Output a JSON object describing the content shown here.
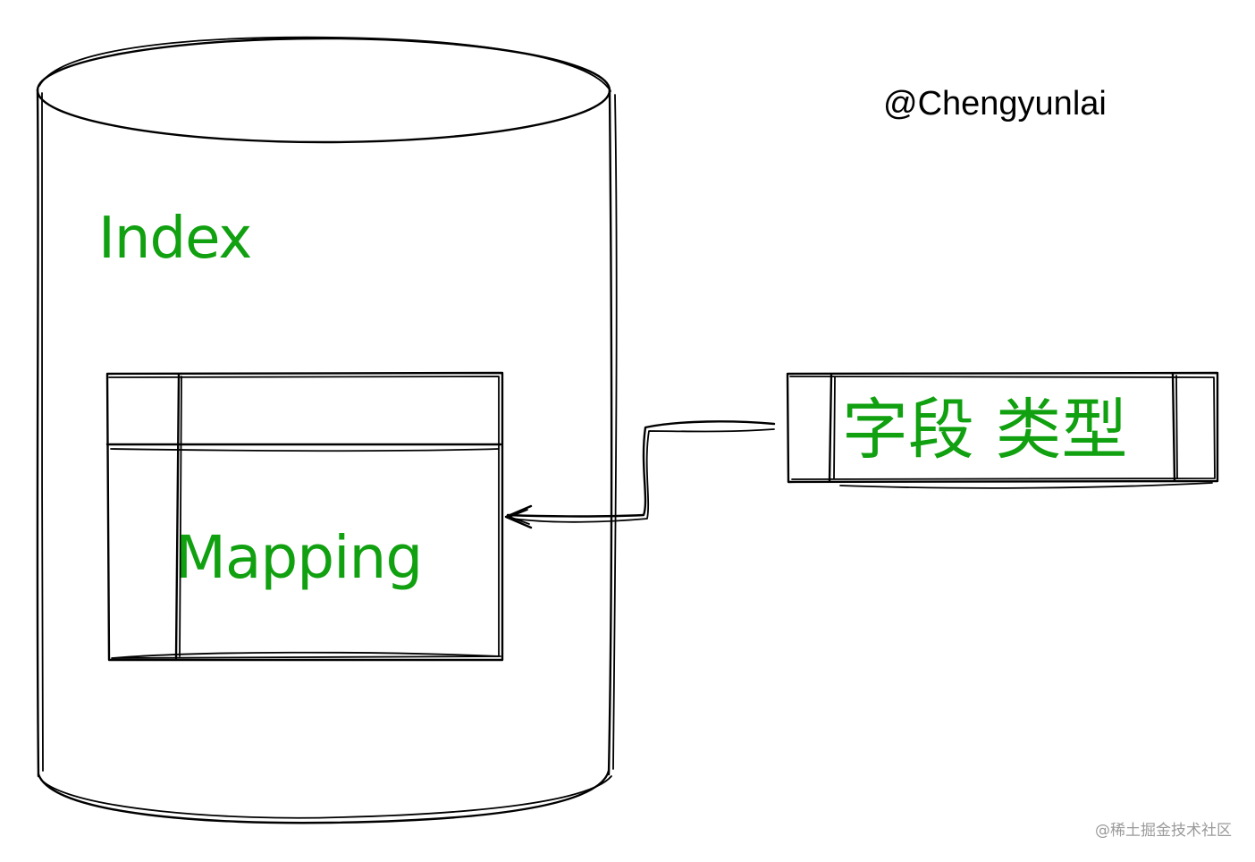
{
  "author": "@Chengyunlai",
  "watermark": "@稀土掘金技术社区",
  "cylinder": {
    "label": "Index"
  },
  "mapping_box": {
    "label": "Mapping"
  },
  "field_box": {
    "label": "字段 类型"
  },
  "colors": {
    "label_green": "#10a010",
    "stroke": "#000000",
    "background": "#ffffff",
    "watermark": "#9a9a9a"
  }
}
